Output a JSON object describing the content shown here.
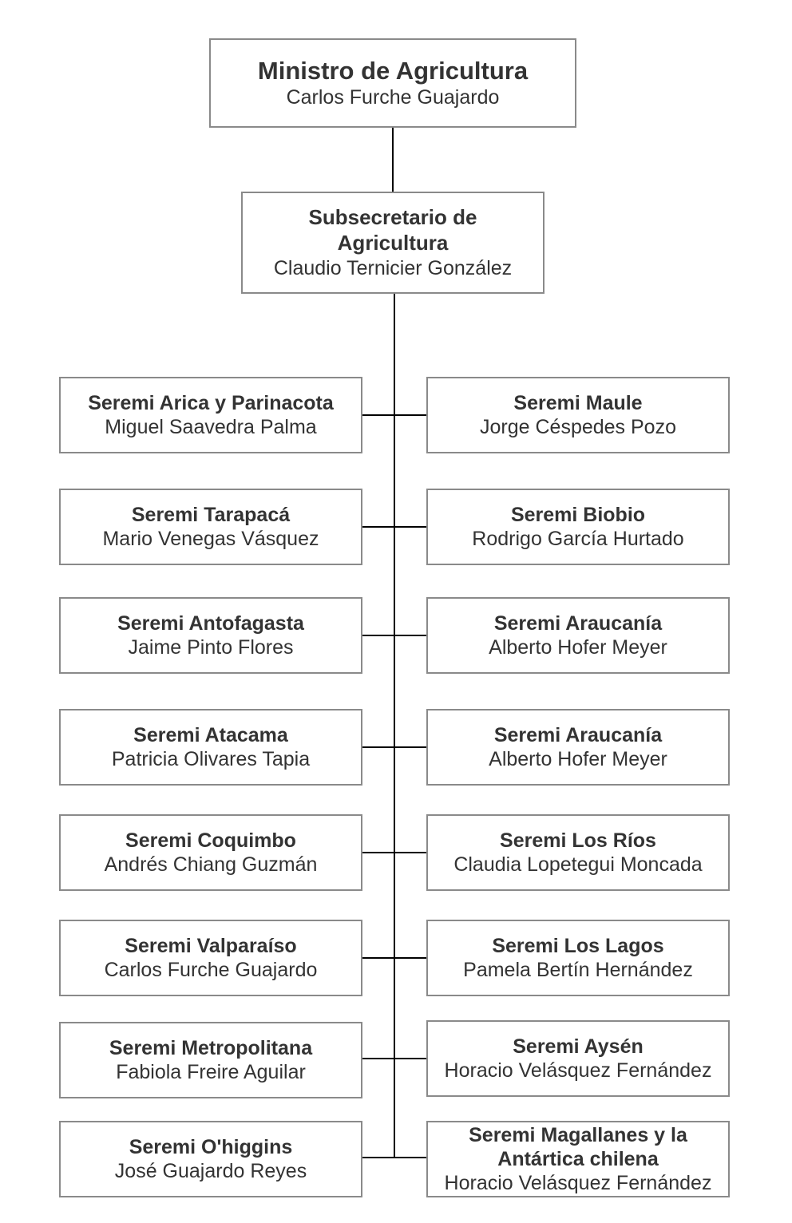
{
  "minister": {
    "title": "Ministro de Agricultura",
    "name": "Carlos Furche Guajardo"
  },
  "subsecretary": {
    "title_line1": "Subsecretario de",
    "title_line2": "Agricultura",
    "name": "Claudio Ternicier González"
  },
  "seremis_left": [
    {
      "title": "Seremi Arica y Parinacota",
      "name": "Miguel Saavedra Palma"
    },
    {
      "title": "Seremi Tarapacá",
      "name": "Mario Venegas Vásquez"
    },
    {
      "title": "Seremi Antofagasta",
      "name": "Jaime Pinto Flores"
    },
    {
      "title": "Seremi Atacama",
      "name": "Patricia Olivares Tapia"
    },
    {
      "title": "Seremi Coquimbo",
      "name": "Andrés Chiang Guzmán"
    },
    {
      "title": "Seremi Valparaíso",
      "name": "Carlos Furche Guajardo"
    },
    {
      "title": "Seremi Metropolitana",
      "name": "Fabiola Freire Aguilar"
    },
    {
      "title": "Seremi O'higgins",
      "name": "José Guajardo Reyes"
    }
  ],
  "seremis_right": [
    {
      "title": "Seremi Maule",
      "name": "Jorge Céspedes Pozo"
    },
    {
      "title": "Seremi Biobio",
      "name": "Rodrigo García Hurtado"
    },
    {
      "title": "Seremi Araucanía",
      "name": "Alberto Hofer Meyer"
    },
    {
      "title": "Seremi Araucanía",
      "name": "Alberto Hofer Meyer"
    },
    {
      "title": "Seremi Los Ríos",
      "name": "Claudia Lopetegui Moncada"
    },
    {
      "title": "Seremi Los Lagos",
      "name": "Pamela Bertín Hernández"
    },
    {
      "title": "Seremi Aysén",
      "name": "Horacio Velásquez Fernández"
    },
    {
      "title_line1": "Seremi Magallanes y la",
      "title_line2": "Antártica chilena",
      "name": "Horacio Velásquez Fernández"
    }
  ]
}
